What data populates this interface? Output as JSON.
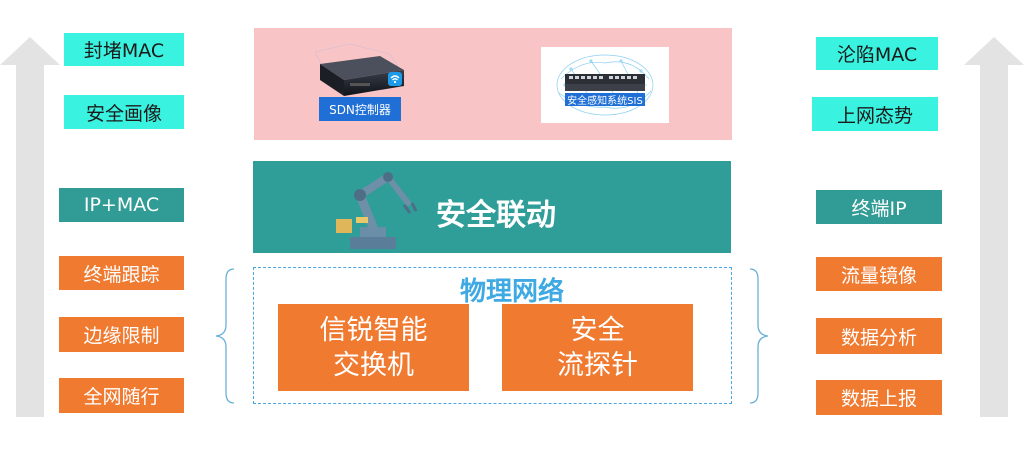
{
  "left_column": [
    {
      "label": "封堵MAC",
      "style": "cyan"
    },
    {
      "label": "安全画像",
      "style": "cyan"
    },
    {
      "label": "IP+MAC",
      "style": "teal"
    },
    {
      "label": "终端跟踪",
      "style": "orange"
    },
    {
      "label": "边缘限制",
      "style": "orange"
    },
    {
      "label": "全网随行",
      "style": "orange"
    }
  ],
  "right_column": [
    {
      "label": "沦陷MAC",
      "style": "cyan"
    },
    {
      "label": "上网态势",
      "style": "cyan"
    },
    {
      "label": "终端IP",
      "style": "teal"
    },
    {
      "label": "流量镜像",
      "style": "orange"
    },
    {
      "label": "数据分析",
      "style": "orange"
    },
    {
      "label": "数据上报",
      "style": "orange"
    }
  ],
  "top_panel": {
    "sdn_label": "SDN控制器",
    "sis_label": "安全感知系统SIS"
  },
  "middle_panel": {
    "title": "安全联动"
  },
  "physical_network": {
    "title": "物理网络",
    "switch_line1": "信锐智能",
    "switch_line2": "交换机",
    "probe_line1": "安全",
    "probe_line2": "流探针"
  },
  "colors": {
    "cyan": "#39f2df",
    "teal": "#319b95",
    "orange": "#ef7a30",
    "pink_panel": "#f9c4c6",
    "network_blue": "#3ea9e2"
  },
  "icons": [
    "up-arrow-icon",
    "robot-arm-icon",
    "wifi-icon",
    "brain-network-icon"
  ]
}
